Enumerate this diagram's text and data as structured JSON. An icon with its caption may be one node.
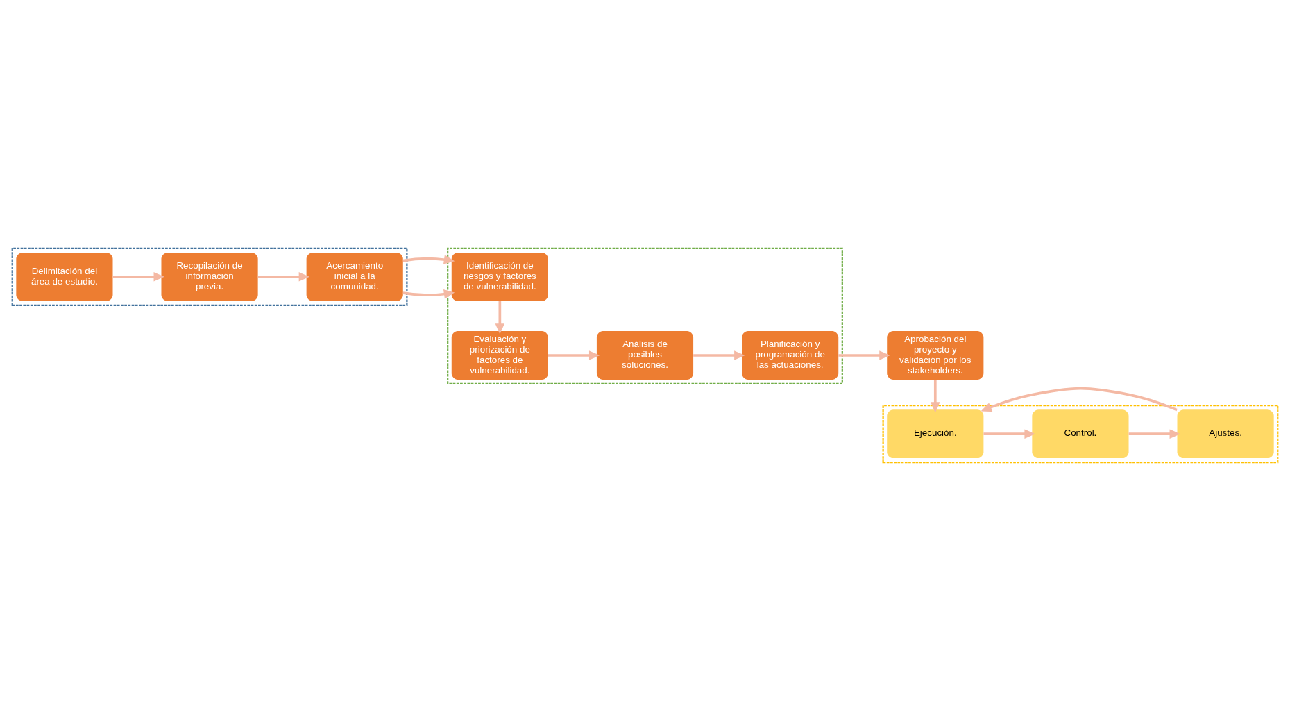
{
  "diagram": {
    "nodes": [
      {
        "text": [],
        "shape": "box"
      },
      {
        "text": [
          "Delimitación del área de estudio."
        ],
        "in": 0
      },
      {
        "text": [
          "Recopilación de información previa."
        ],
        "in": 0
      },
      {
        "text": [
          "Acercamiento inicial a la comunidad."
        ],
        "in": 0
      },
      {
        "text": [],
        "shape": "box"
      },
      {
        "text": [
          "Identificación de riesgos y factores de vulnerabilidad."
        ],
        "in": 4
      },
      {
        "text": [
          "Evaluación y priorización de factores de vulnerabilidad."
        ],
        "in": 4
      },
      {
        "text": [
          "Análisis de posibles soluciones."
        ],
        "in": 4
      },
      {
        "text": [
          "Planificación y programación de las actuaciones."
        ],
        "in": 4
      },
      {
        "text": [
          "Aprobación del proyecto y validación por los stakeholders."
        ]
      },
      {
        "text": [],
        "shape": "box"
      },
      {
        "text": [
          "Ejecución."
        ],
        "in": 10
      },
      {
        "text": [
          "Control."
        ],
        "in": 10
      },
      {
        "text": [
          "Ajustes."
        ],
        "in": 10
      }
    ],
    "edges": [
      {
        "from": 1,
        "to": 2,
        "arrow": "to"
      },
      {
        "from": 2,
        "to": 3,
        "arrow": "to"
      },
      {
        "from": 3,
        "to": 5,
        "arrow": "to"
      },
      {
        "from": 5,
        "to": 6,
        "arrow": "to"
      },
      {
        "from": 6,
        "to": 7,
        "arrow": "to"
      },
      {
        "from": 7,
        "to": 8,
        "arrow": "to"
      },
      {
        "from": 8,
        "to": 9,
        "arrow": "to"
      },
      {
        "from": 9,
        "to": 11,
        "arrow": "to"
      },
      {
        "from": 11,
        "to": 12,
        "arrow": "to"
      },
      {
        "from": 12,
        "to": 13,
        "arrow": "to"
      },
      {
        "from": 13,
        "to": 11,
        "arrow": "to"
      }
    ]
  }
}
